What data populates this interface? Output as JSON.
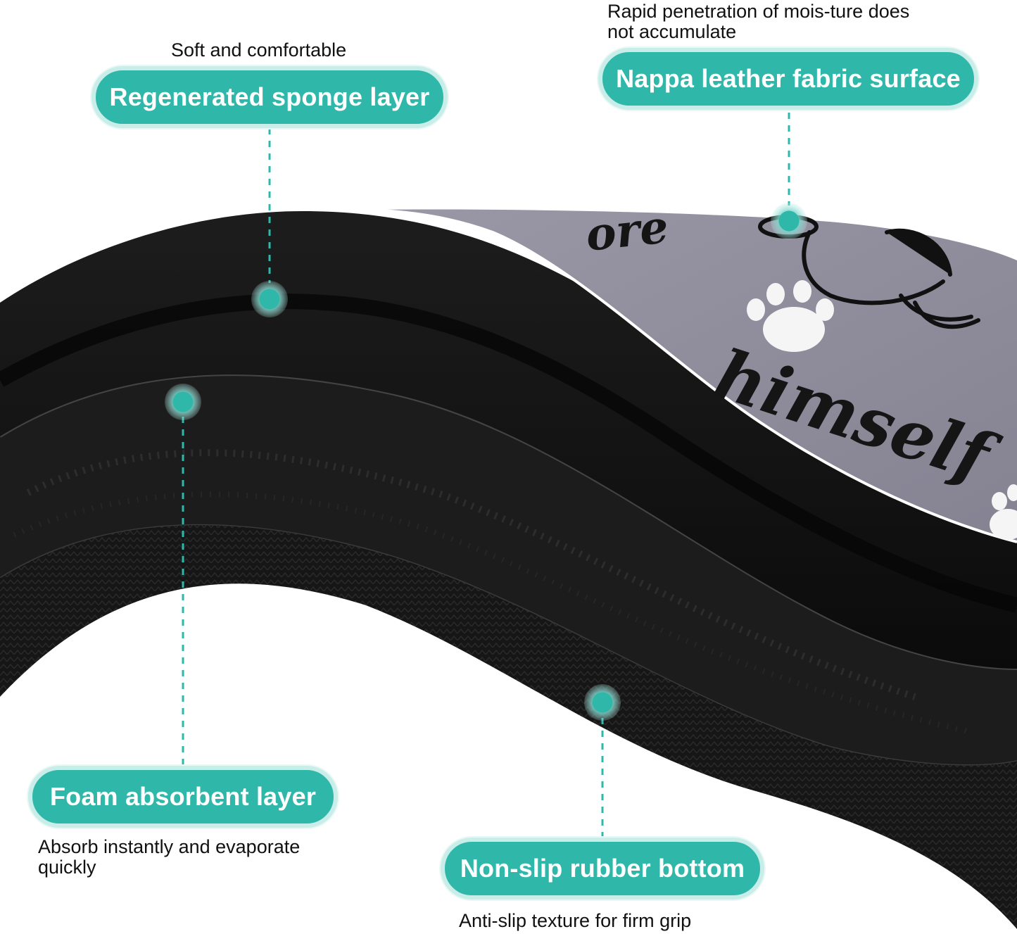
{
  "labels": {
    "sponge": {
      "title": "Regenerated sponge layer",
      "note": "Soft and comfortable"
    },
    "nappa": {
      "title": "Nappa leather fabric surface",
      "note_line1": "Rapid penetration of mois-ture does",
      "note_line2": "not accumulate"
    },
    "foam": {
      "title": "Foam absorbent layer",
      "note_line1": "Absorb instantly and evaporate",
      "note_line2": "quickly"
    },
    "rubber": {
      "title": "Non-slip rubber bottom",
      "note": "Anti-slip texture for firm grip"
    }
  },
  "mat_print": {
    "word_top": "ore",
    "word_bottom": "himself"
  },
  "colors": {
    "accent": "#2fb8aa",
    "accent_glow": "#c9ede8",
    "mat_surface": "#8d8b99",
    "mat_body": "#141414"
  }
}
